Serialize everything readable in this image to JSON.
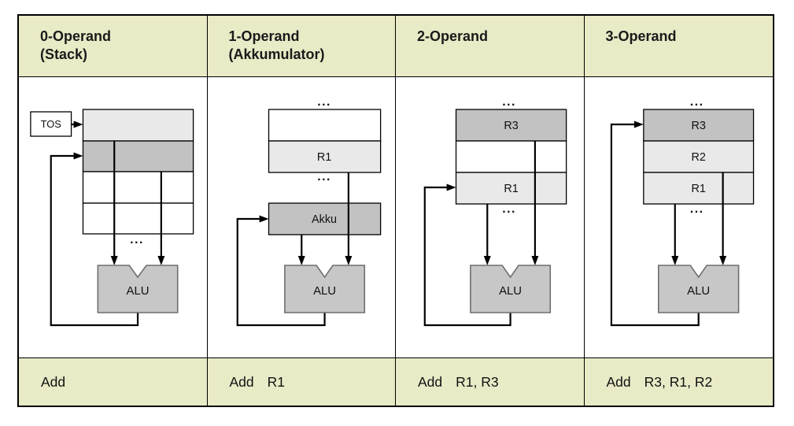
{
  "colors": {
    "header_bg": "#e9eac6",
    "row_light": "#e9e9e9",
    "row_dark": "#c2c2c2",
    "alu_fill": "#c7c7c7",
    "alu_stroke": "#6e6e6e",
    "line": "#000000",
    "border": "#000000"
  },
  "table": {
    "columns": [
      {
        "header": [
          "0-Operand",
          "(Stack)"
        ],
        "instruction": {
          "op": "Add",
          "args": ""
        },
        "labels": {
          "tos": "TOS",
          "alu": "ALU",
          "ellipsis": "..."
        }
      },
      {
        "header": [
          "1-Operand",
          "(Akkumulator)"
        ],
        "instruction": {
          "op": "Add",
          "args": "R1"
        },
        "labels": {
          "r1": "R1",
          "akku": "Akku",
          "alu": "ALU",
          "ellipsis": "..."
        }
      },
      {
        "header": [
          "2-Operand"
        ],
        "instruction": {
          "op": "Add",
          "args": "R1, R3"
        },
        "labels": {
          "r3": "R3",
          "r1": "R1",
          "alu": "ALU",
          "ellipsis": "..."
        }
      },
      {
        "header": [
          "3-Operand"
        ],
        "instruction": {
          "op": "Add",
          "args": "R3, R1, R2"
        },
        "labels": {
          "r3": "R3",
          "r2": "R2",
          "r1": "R1",
          "alu": "ALU",
          "ellipsis": "..."
        }
      }
    ]
  }
}
